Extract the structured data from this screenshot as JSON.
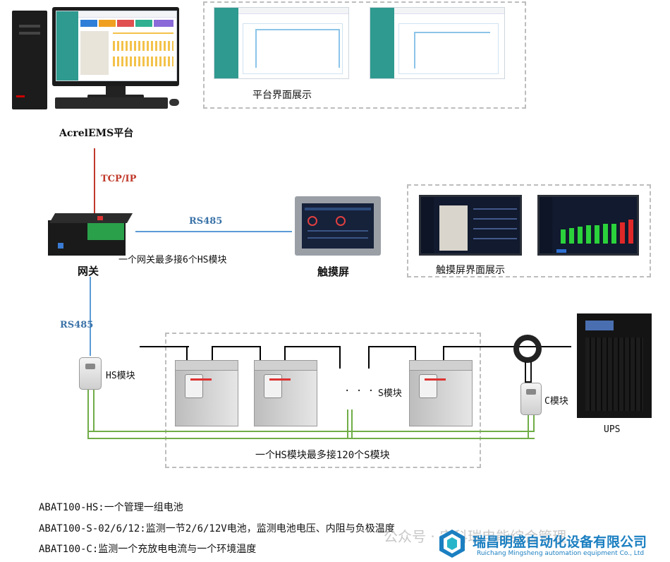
{
  "platform": {
    "name": "AcrelEMS平台",
    "display_caption": "平台界面展示"
  },
  "link_platform_gateway": {
    "protocol": "TCP/IP"
  },
  "gateway": {
    "name": "网关",
    "note": "一个网关最多接6个HS模块"
  },
  "link_gateway_touch": {
    "protocol": "RS485"
  },
  "touchscreen": {
    "name": "触摸屏",
    "display_caption": "触摸屏界面展示"
  },
  "link_gateway_hs": {
    "protocol": "RS485"
  },
  "battery_chain": {
    "hs_label": "HS模块",
    "s_label": "S模块",
    "ellipsis": "· · ·",
    "c_label": "C模块",
    "ups_label": "UPS",
    "note": "一个HS模块最多接120个S模块"
  },
  "legend": [
    "ABAT100-HS:一个管理一组电池",
    "ABAT100-S-02/6/12:监测一节2/6/12V电池，监测电池电压、内阻与负极温度",
    "ABAT100-C:监测一个充放电电流与一个环境温度"
  ],
  "watermark": {
    "wechat": "公众号 · 安科瑞电能综合管理",
    "company_cn": "瑞昌明盛自动化设备有限公司",
    "company_en": "Ruichang Mingsheng automation equipment Co., Ltd"
  },
  "colors": {
    "red_link": "#c0392b",
    "blue_link": "#5b9bd5",
    "green_bus": "#70ad47",
    "company_blue": "#1b7fc1"
  }
}
